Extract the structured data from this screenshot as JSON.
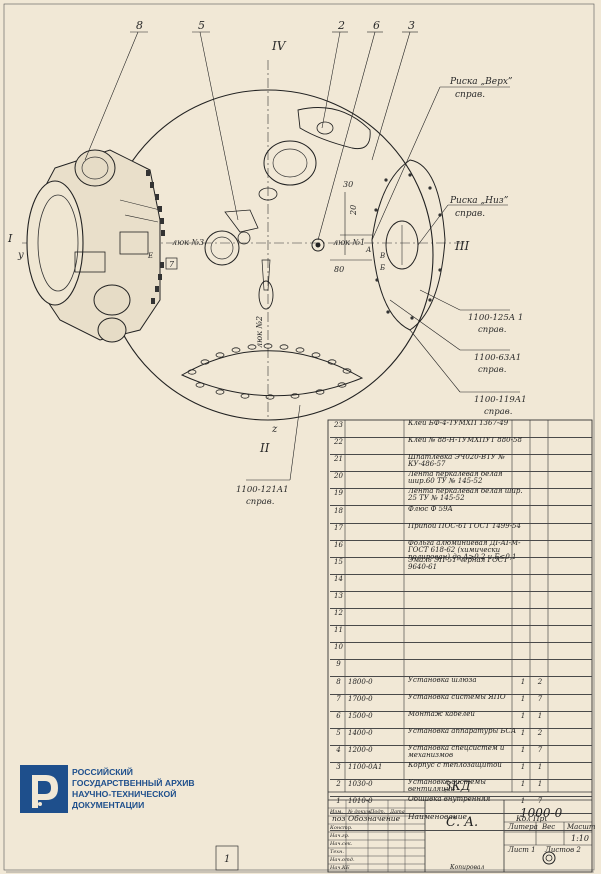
{
  "drawing": {
    "callouts": [
      "8",
      "5",
      "2",
      "6",
      "3"
    ],
    "axes": {
      "top": "IV",
      "bottom": "II",
      "right": "III",
      "left": "I",
      "y": "у",
      "z": "z"
    },
    "labels": {
      "mark_top": "Риска „Верх”",
      "mark_top_ref": "справ.",
      "mark_bottom": "Риска „Низ”",
      "mark_bottom_ref": "справ.",
      "hatch3": "люк №3",
      "hatch1": "люк №1",
      "hatch2": "люк №2",
      "dim30": "30",
      "dim20": "20",
      "dim80": "80",
      "letterA": "А",
      "letterB": "Б",
      "letterV": "В",
      "letterE": "Е",
      "box7": "7",
      "ref1": "1100-125А 1",
      "ref1_s": "справ.",
      "ref2": "1100-63А1",
      "ref2_s": "справ.",
      "ref3": "1100-119А1",
      "ref3_s": "справ.",
      "ref4": "1100-121А1",
      "ref4_s": "справ."
    }
  },
  "spec_table": {
    "rows": [
      {
        "pos": "23",
        "des": "",
        "name": "Клей БФ-4-ТУМХП 1367-49",
        "qty": "",
        "note": ""
      },
      {
        "pos": "22",
        "des": "",
        "name": "Клей № 88-Н-ТУМХПУТ 880-58",
        "qty": "",
        "note": ""
      },
      {
        "pos": "21",
        "des": "",
        "name": "Шпатлевка ЭЧ020-ВТУ № КУ-486-57",
        "qty": "",
        "note": ""
      },
      {
        "pos": "20",
        "des": "",
        "name": "Лента перкалевая белая шир.60 ТУ № 145-52",
        "qty": "",
        "note": ""
      },
      {
        "pos": "19",
        "des": "",
        "name": "Лента перкалевая белая шир. 25 ТУ № 145-52",
        "qty": "",
        "note": ""
      },
      {
        "pos": "18",
        "des": "",
        "name": "Флюс Ф 59А",
        "qty": "",
        "note": ""
      },
      {
        "pos": "17",
        "des": "",
        "name": "Припой ПОС-61 ГОСТ 1499-54",
        "qty": "",
        "note": ""
      },
      {
        "pos": "16",
        "des": "",
        "name": "Фольга алюминиевая ДI-АI-М-ГОСТ 618-62 (химически полирован) до А≥0,2 и Б≤0,1",
        "qty": "",
        "note": ""
      },
      {
        "pos": "15",
        "des": "",
        "name": "Эмаль ЭП-51-черная ГОСТ 9640-61",
        "qty": "",
        "note": ""
      },
      {
        "pos": "14",
        "des": "",
        "name": "",
        "qty": "",
        "note": ""
      },
      {
        "pos": "13",
        "des": "",
        "name": "",
        "qty": "",
        "note": ""
      },
      {
        "pos": "12",
        "des": "",
        "name": "",
        "qty": "",
        "note": ""
      },
      {
        "pos": "11",
        "des": "",
        "name": "",
        "qty": "",
        "note": ""
      },
      {
        "pos": "10",
        "des": "",
        "name": "",
        "qty": "",
        "note": ""
      },
      {
        "pos": "9",
        "des": "",
        "name": "",
        "qty": "",
        "note": ""
      },
      {
        "pos": "8",
        "des": "1800-0",
        "name": "Установка шлюза",
        "qty": "1",
        "note": "2"
      },
      {
        "pos": "7",
        "des": "1700-0",
        "name": "Установка системы ЯПО",
        "qty": "1",
        "note": "7"
      },
      {
        "pos": "6",
        "des": "1500-0",
        "name": "Монтаж кабелей",
        "qty": "1",
        "note": "1"
      },
      {
        "pos": "5",
        "des": "1400-0",
        "name": "Установка аппаратуры БСА",
        "qty": "1",
        "note": "2"
      },
      {
        "pos": "4",
        "des": "1200-0",
        "name": "Установка спецсистем и механизмов",
        "qty": "1",
        "note": "7"
      },
      {
        "pos": "3",
        "des": "1100-0А1",
        "name": "Корпус с теплозащитой",
        "qty": "1",
        "note": "1"
      },
      {
        "pos": "2",
        "des": "1030-0",
        "name": "Установка системы вентиляции",
        "qty": "1",
        "note": "1"
      },
      {
        "pos": "1",
        "des": "1010-0",
        "name": "Обшивка внутренняя",
        "qty": "1",
        "note": "7"
      }
    ],
    "header": {
      "pos": "поз.",
      "des": "Обозначение",
      "name": "Наименование",
      "qty": "Кол.",
      "note": "Примечание"
    }
  },
  "title_block": {
    "code": "3КД",
    "number": "1000-0",
    "name": "С. А.",
    "litera": "Литера",
    "ves": "Вес",
    "masht": "Масшт",
    "scale": "1:10",
    "sheet": "Лист 1",
    "sheets": "Листов 2",
    "sign_cols": [
      "Изм.",
      "№ докум.",
      "Подп.",
      "Дата"
    ],
    "sign_rows": [
      "Констр.",
      "Нач.гр.",
      "Нач.сек.",
      "Техн.",
      "Нач.отд.",
      "Нач.КБ"
    ],
    "bottom_mark": "1",
    "copy_note": "Копировал"
  },
  "archive_logo": {
    "line1": "РОССИЙСКИЙ",
    "line2": "ГОСУДАРСТВЕННЫЙ АРХИВ",
    "line3": "НАУЧНО-ТЕХНИЧЕСКОЙ",
    "line4": "ДОКУМЕНТАЦИИ",
    "brand_color": "#1e4f8c"
  }
}
